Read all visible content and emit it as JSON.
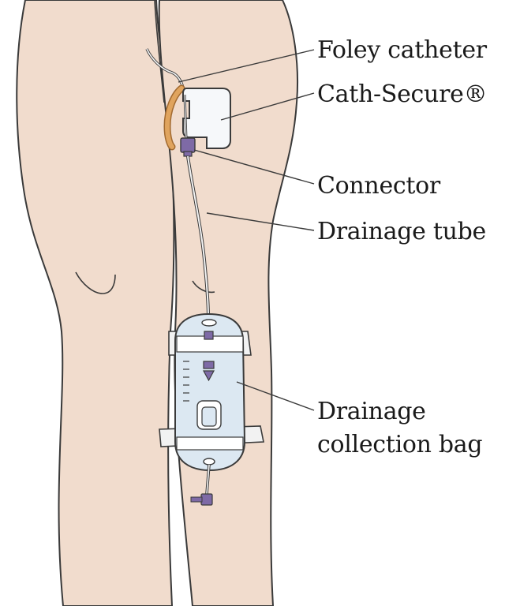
{
  "labels": {
    "foley_catheter": "Foley catheter",
    "cath_secure": "Cath-Secure®",
    "connector": "Connector",
    "drainage_tube": "Drainage tube",
    "drainage_bag_line1": "Drainage",
    "drainage_bag_line2": "collection bag"
  },
  "colors": {
    "skin": "#f1dccd",
    "outline": "#3a3a3a",
    "bag": "#dce8f2",
    "connector": "#7e6aa6",
    "catheter": "#e0a45e"
  }
}
